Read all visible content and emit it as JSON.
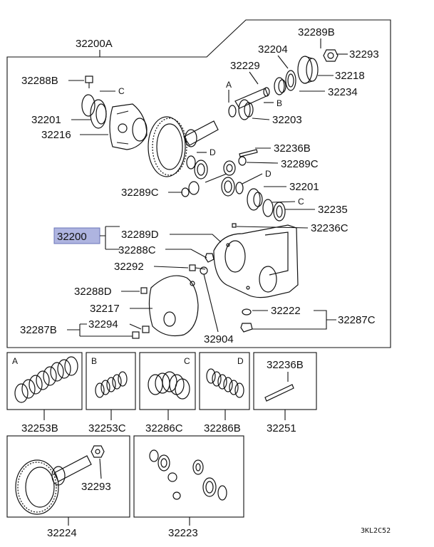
{
  "main_assembly": {
    "title": "32200A",
    "callouts": {
      "p32288B": "32288B",
      "p32289B": "32289B",
      "p32204": "32204",
      "p32293": "32293",
      "p32229": "32229",
      "p32218": "32218",
      "p32234": "32234",
      "p32203": "32203",
      "p32201a": "32201",
      "p32216": "32216",
      "p32236B": "32236B",
      "p32289Ca": "32289C",
      "p32289Cb": "32289C",
      "p32201b": "32201",
      "p32235": "32235",
      "p32236C": "32236C",
      "p32200": "32200",
      "p32289D": "32289D",
      "p32288C": "32288C",
      "p32292": "32292",
      "p32288D": "32288D",
      "p32217": "32217",
      "p32222": "32222",
      "p32287C": "32287C",
      "p32287B": "32287B",
      "p32294": "32294",
      "p32904": "32904"
    },
    "letters": {
      "A": "A",
      "B": "B",
      "C1": "C",
      "C2": "C",
      "D1": "D",
      "D2": "D"
    },
    "highlight_color": "#aeb4e0"
  },
  "kits": [
    {
      "letter": "A",
      "label": "32253B"
    },
    {
      "letter": "B",
      "label": "32253C"
    },
    {
      "letter": "C",
      "label": "32286C"
    },
    {
      "letter": "D",
      "label": "32286B"
    },
    {
      "letter": "",
      "label": "32251",
      "inner": "32236B"
    }
  ],
  "subassemblies": [
    {
      "label": "32224",
      "inner": "32293"
    },
    {
      "label": "32223"
    }
  ],
  "diagram_code": "3KL2C52"
}
